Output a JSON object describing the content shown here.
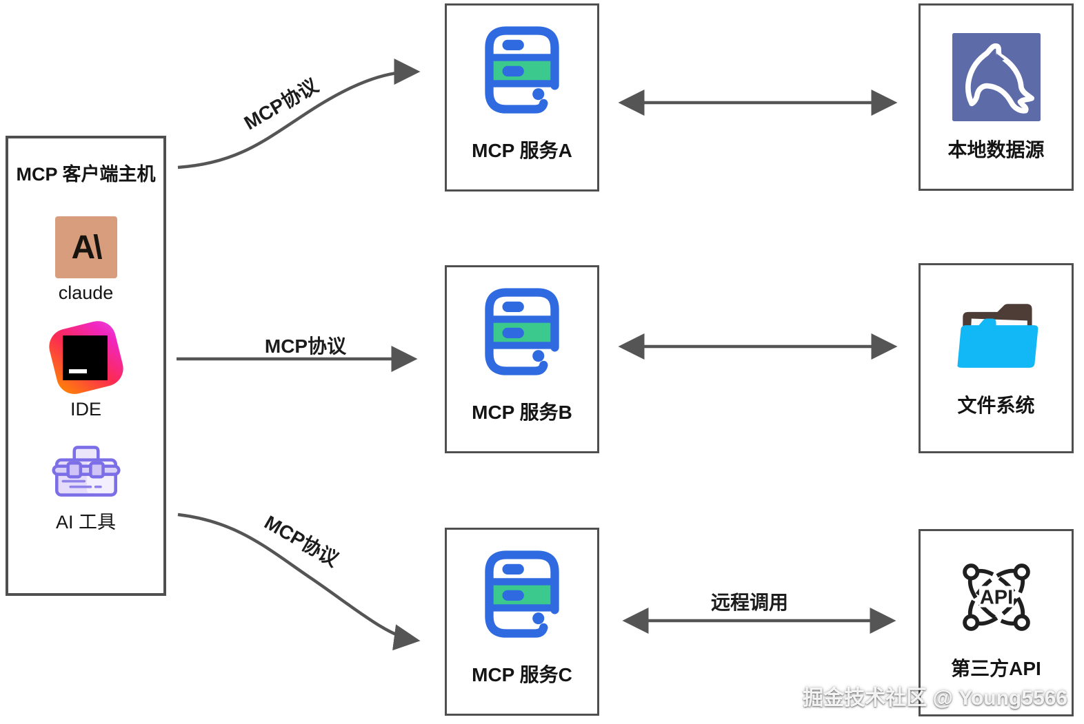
{
  "client_host": {
    "title": "MCP 客户端主机",
    "items": [
      {
        "label": "claude",
        "icon": "claude-icon"
      },
      {
        "label": "IDE",
        "icon": "ide-icon"
      },
      {
        "label": "AI 工具",
        "icon": "toolbox-icon"
      }
    ],
    "claude_glyph": "A\\"
  },
  "servers": [
    {
      "label": "MCP 服务A",
      "icon": "server-icon"
    },
    {
      "label": "MCP 服务B",
      "icon": "server-icon"
    },
    {
      "label": "MCP 服务C",
      "icon": "server-icon"
    }
  ],
  "resources": [
    {
      "label": "本地数据源",
      "icon": "mysql-dolphin-icon"
    },
    {
      "label": "文件系统",
      "icon": "folder-icon"
    },
    {
      "label": "第三方API",
      "icon": "api-icon"
    }
  ],
  "connections": {
    "host_to_server_a": "MCP协议",
    "host_to_server_b": "MCP协议",
    "host_to_server_c": "MCP协议",
    "server_c_to_api": "远程调用"
  },
  "api_icon_text": "API",
  "watermark": "掘金技术社区 @ Young5566",
  "colors": {
    "arrow": "#555555",
    "box_border": "#4f4f4f",
    "server_blue": "#2f6ae1",
    "server_green": "#3cc98e",
    "mysql_bg": "#5d6ba8",
    "folder_front": "#12b8f5",
    "folder_back": "#4e3c36",
    "claude_bg": "#d79d7c",
    "toolbox_purple": "#7b6ee6",
    "api_black": "#1f1f1f"
  }
}
